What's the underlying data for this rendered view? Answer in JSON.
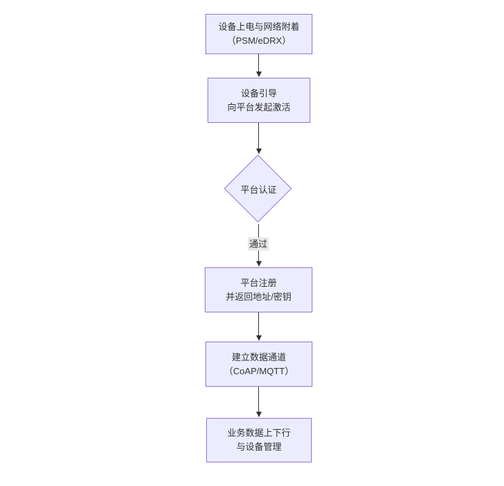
{
  "diagram": {
    "type": "flowchart-top-down",
    "colors": {
      "node_fill": "#ECECFF",
      "node_border": "#9370DB",
      "edge_line": "#333333",
      "edge_label_bg": "#e8e8e8",
      "text": "#333333",
      "background": "#ffffff"
    },
    "nodes": [
      {
        "id": "A",
        "shape": "rect",
        "lines": [
          "设备上电与网络附着",
          "（PSM/eDRX）"
        ]
      },
      {
        "id": "B",
        "shape": "rect",
        "lines": [
          "设备引导",
          "向平台发起激活"
        ]
      },
      {
        "id": "C",
        "shape": "diamond",
        "lines": [
          "平台认证"
        ]
      },
      {
        "id": "D",
        "shape": "rect",
        "lines": [
          "平台注册",
          "并返回地址/密钥"
        ]
      },
      {
        "id": "E",
        "shape": "rect",
        "lines": [
          "建立数据通道",
          "（CoAP/MQTT）"
        ]
      },
      {
        "id": "F",
        "shape": "rect",
        "lines": [
          "业务数据上下行",
          "与设备管理"
        ]
      }
    ],
    "edges": [
      {
        "from": "A",
        "to": "B",
        "label": ""
      },
      {
        "from": "B",
        "to": "C",
        "label": ""
      },
      {
        "from": "C",
        "to": "D",
        "label": "通过"
      },
      {
        "from": "D",
        "to": "E",
        "label": ""
      },
      {
        "from": "E",
        "to": "F",
        "label": ""
      }
    ]
  }
}
